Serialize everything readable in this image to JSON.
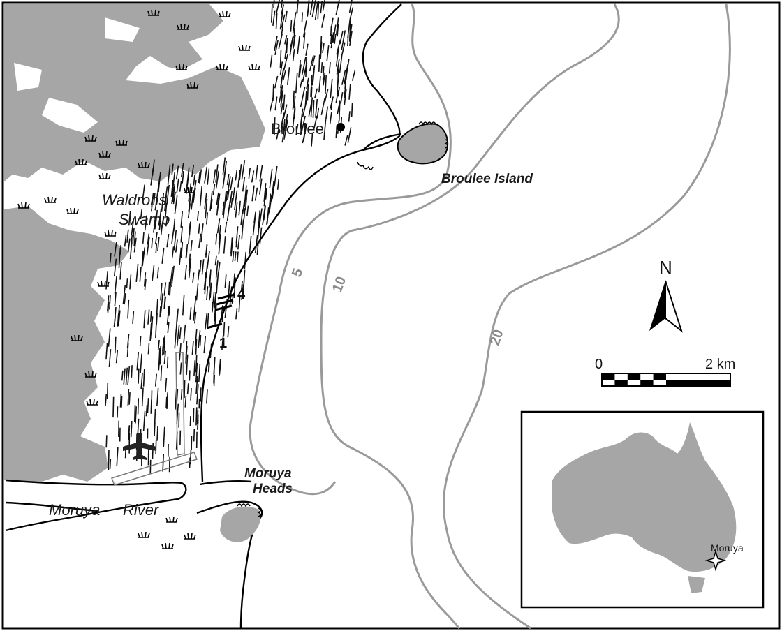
{
  "labels": {
    "broulee": "Broulee",
    "broulee_island": "Broulee Island",
    "waldrons_line1": "Waldrons",
    "waldrons_line2": "Swamp",
    "moruya_heads_line1": "Moruya",
    "moruya_heads_line2": "Heads",
    "moruya_river_word1": "Moruya",
    "moruya_river_word2": "River"
  },
  "contours": {
    "c5": "5",
    "c10": "10",
    "c20": "20"
  },
  "profiles": {
    "p4": "4",
    "p1": "1"
  },
  "north": "N",
  "scale": {
    "start": "0",
    "end": "2 km"
  },
  "inset": {
    "location_label": "Moruya"
  },
  "colors": {
    "land": "#a6a6a6",
    "contour": "#9a9a9a",
    "ink": "#000000"
  },
  "icons": [
    "swamp-tuft-icon",
    "airplane-icon",
    "north-arrow-icon",
    "star-location-icon"
  ]
}
